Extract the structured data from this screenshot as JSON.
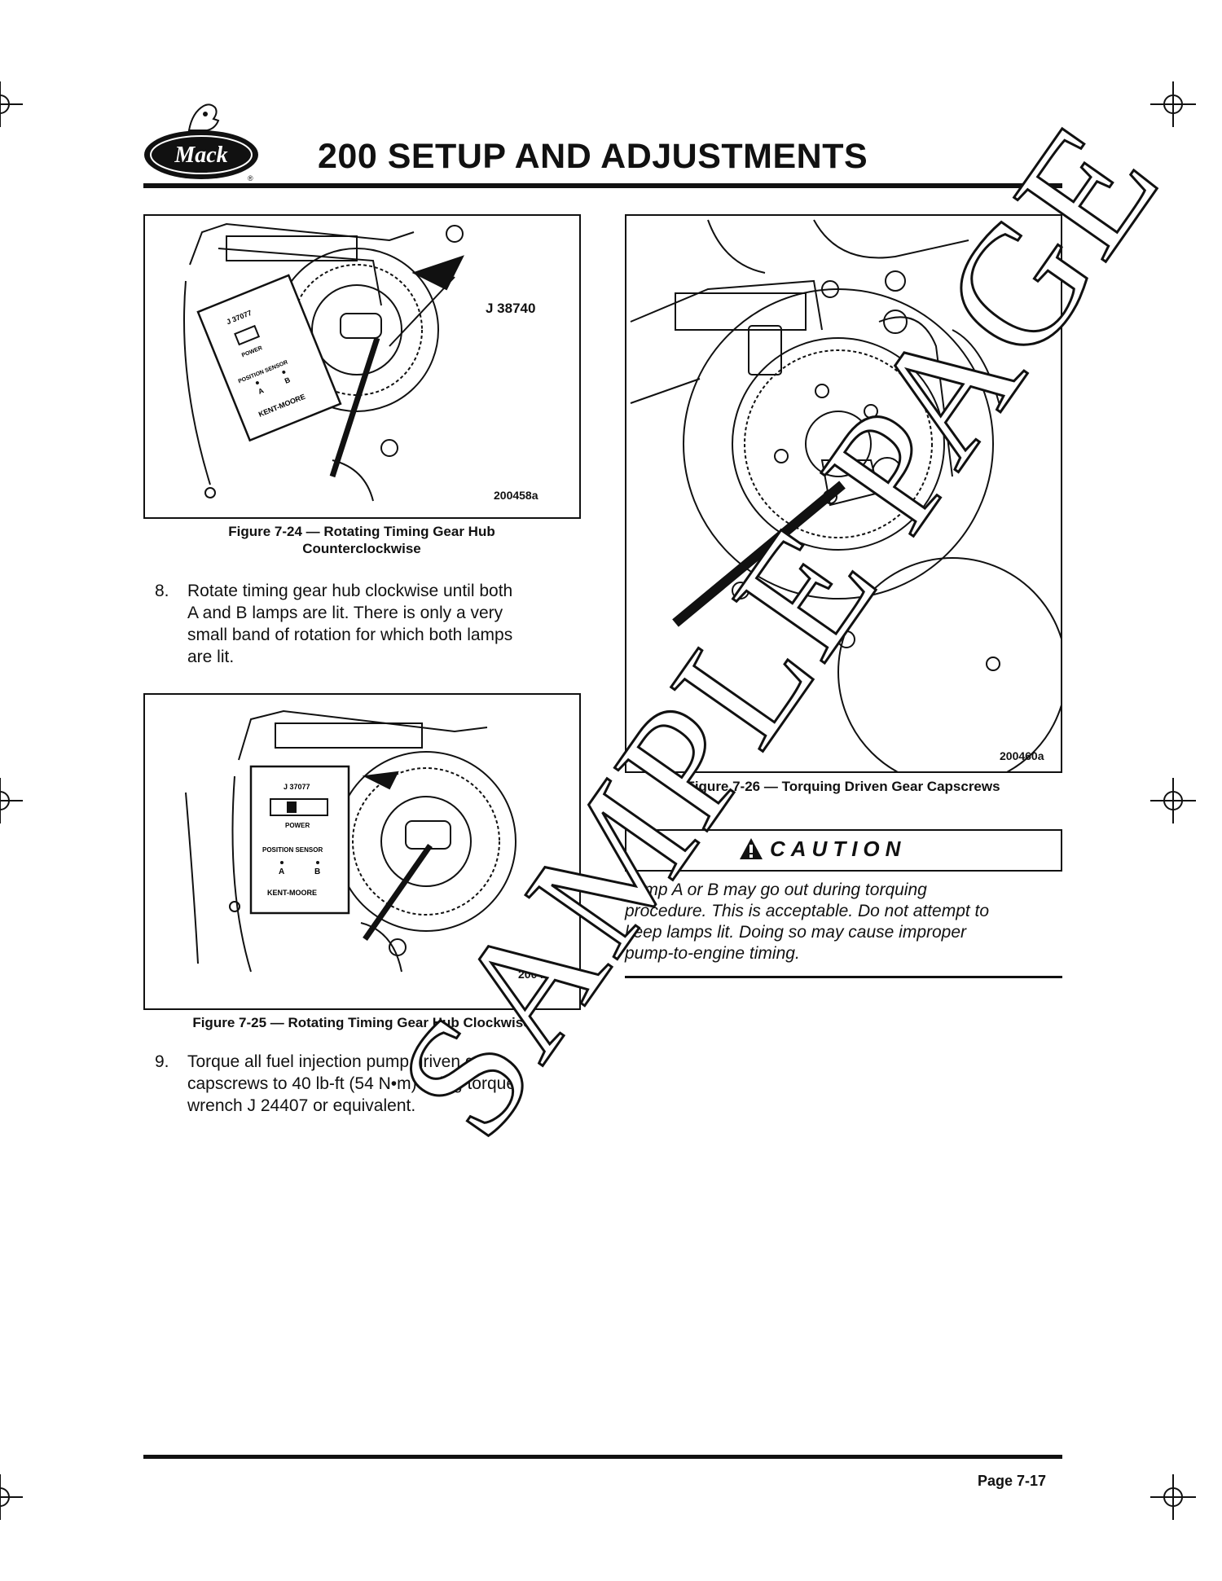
{
  "header": {
    "logo_text": "Mack",
    "title": "200 SETUP AND ADJUSTMENTS"
  },
  "figures": [
    {
      "id": "200458a",
      "caption_line1": "Figure 7-24 — Rotating Timing Gear Hub",
      "caption_line2": "Counterclockwise",
      "callout": "J 38740",
      "device_labels": [
        "J 37077",
        "POWER",
        "POSITION SENSOR",
        "A",
        "B",
        "KENT-MOORE"
      ]
    },
    {
      "id": "200459a",
      "caption": "Figure 7-25 — Rotating Timing Gear Hub Clockwise",
      "device_labels": [
        "J 37077",
        "POWER",
        "POSITION SENSOR",
        "A",
        "B",
        "KENT-MOORE"
      ]
    },
    {
      "id": "200460a",
      "caption": "Figure 7-26 — Torquing Driven Gear Capscrews"
    }
  ],
  "steps": [
    {
      "num": "8.",
      "lines": [
        "Rotate timing gear hub clockwise until both",
        "A and B lamps are lit. There is only a very",
        "small band of rotation for which both lamps",
        "are lit."
      ]
    },
    {
      "num": "9.",
      "lines": [
        "Torque all fuel injection pump driven gear",
        "capscrews to 40 lb-ft (54 N•m) using torque",
        "wrench J 24407 or equivalent."
      ]
    }
  ],
  "caution": {
    "label": "CAUTION",
    "lines": [
      "Lamp A or B may go out during torquing",
      "procedure. This is acceptable. Do not attempt to",
      "keep lamps lit. Doing so may cause improper",
      "pump-to-engine timing."
    ]
  },
  "footer": {
    "page": "Page 7-17"
  },
  "watermark": "SAMPLE PAGE"
}
